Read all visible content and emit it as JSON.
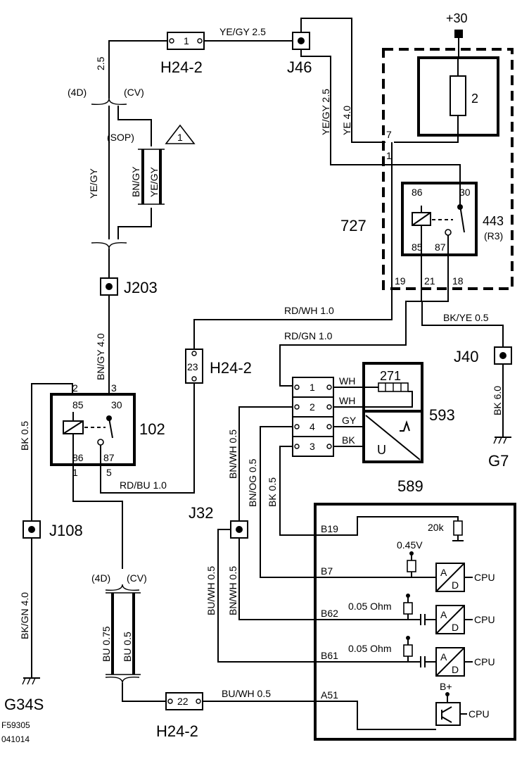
{
  "supply": "+30",
  "components": {
    "c727": "727",
    "c443": "443",
    "c443sub": "(R3)",
    "c2": "2",
    "c102": "102",
    "c593": "593",
    "c589": "589",
    "c271": "271"
  },
  "connectors": {
    "h24_top": "H24-2",
    "h24_mid": "H24-2",
    "h24_bot": "H24-2",
    "j46": "J46",
    "j203": "J203",
    "j108": "J108",
    "j32": "J32",
    "j40": "J40",
    "g34s": "G34S",
    "g7": "G7",
    "pin_h24_top": "1",
    "pin_h24_mid": "23",
    "pin_h24_bot": "22"
  },
  "wires": {
    "w1": "YE/GY  2.5",
    "w2": "2.5",
    "w3": "YE/GY  2.5",
    "w4": "YE  4.0",
    "w5": "YE/GY",
    "w6": "BN/GY",
    "w7": "YE/GY",
    "w8": "BN/GY  4.0",
    "w9": "RD/WH  1.0",
    "w10": "RD/GN  1.0",
    "w11": "BK/YE  0.5",
    "w12": "BK  6.0",
    "w13": "BK  0.5",
    "w14": "BK/GN  4.0",
    "w15": "RD/BU  1.0",
    "w16": "BN/WH  0.5",
    "w17": "BN/OG  0.5",
    "w18": "BK  0.5",
    "w19": "BU/WH  0.5",
    "w20": "BN/WH  0.5",
    "w21": "BU  0.75",
    "w22": "BU  0.5",
    "w23": "BU/WH  0.5",
    "wh1": "WH",
    "wh2": "WH",
    "gy": "GY",
    "bk": "BK"
  },
  "variants": {
    "v4d_top": "(4D)",
    "vcv_top": "(CV)",
    "vsop": "(SOP)",
    "tri": "1",
    "v4d_bot": "(4D)",
    "vcv_bot": "(CV)"
  },
  "pins": {
    "p7": "7",
    "p1": "1",
    "p86a": "86",
    "p30a": "30",
    "p85a": "85",
    "p87a": "87",
    "p19": "19",
    "p21": "21",
    "p18": "18",
    "p2": "2",
    "p3": "3",
    "p85b": "85",
    "p30b": "30",
    "p86b": "86",
    "p87b": "87",
    "p1b": "1",
    "p5b": "5",
    "s1": "1",
    "s2": "2",
    "s4": "4",
    "s3": "3"
  },
  "ecu": {
    "b19": "B19",
    "b7": "B7",
    "b62": "B62",
    "b61": "B61",
    "a51": "A51",
    "r20k": "20k",
    "v045": "0.45V",
    "ohm1": "0.05 Ohm",
    "ohm2": "0.05 Ohm",
    "cpu1": "CPU",
    "cpu2": "CPU",
    "cpu3": "CPU",
    "cpu4": "CPU",
    "bplus": "B+",
    "a": "A",
    "d": "D",
    "u": "U"
  },
  "footer": {
    "fig": "F59305",
    "date": "041014"
  }
}
